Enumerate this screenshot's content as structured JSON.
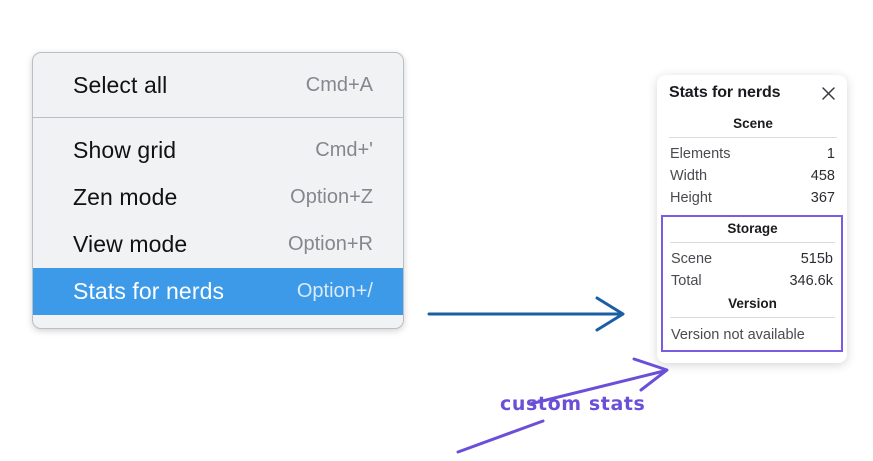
{
  "menu": {
    "groups": [
      {
        "items": [
          {
            "label": "Select all",
            "shortcut": "Cmd+A",
            "selected": false
          }
        ]
      },
      {
        "items": [
          {
            "label": "Show grid",
            "shortcut": "Cmd+'",
            "selected": false
          },
          {
            "label": "Zen mode",
            "shortcut": "Option+Z",
            "selected": false
          },
          {
            "label": "View mode",
            "shortcut": "Option+R",
            "selected": false
          },
          {
            "label": "Stats for nerds",
            "shortcut": "Option+/",
            "selected": true
          }
        ]
      }
    ]
  },
  "stats_panel": {
    "title": "Stats for nerds",
    "close_icon": "close-icon",
    "sections": [
      {
        "heading": "Scene",
        "rows": [
          {
            "key": "Elements",
            "value": "1"
          },
          {
            "key": "Width",
            "value": "458"
          },
          {
            "key": "Height",
            "value": "367"
          }
        ]
      },
      {
        "heading": "Storage",
        "rows": [
          {
            "key": "Scene",
            "value": "515b"
          },
          {
            "key": "Total",
            "value": "346.6k"
          }
        ]
      },
      {
        "heading": "Version",
        "plain_text": "Version not available"
      }
    ]
  },
  "annotations": {
    "handwritten_label": "custom stats",
    "flow_arrow_color": "#1a5fa3",
    "callout_arrow_color": "#6b4fd8"
  },
  "colors": {
    "menu_background": "#f1f2f4",
    "menu_border": "#b9bfc6",
    "menu_selected": "#3d9ae8",
    "panel_background": "#ffffff",
    "custom_box_border": "#7b5ce0",
    "shortcut_text": "#84888e"
  }
}
